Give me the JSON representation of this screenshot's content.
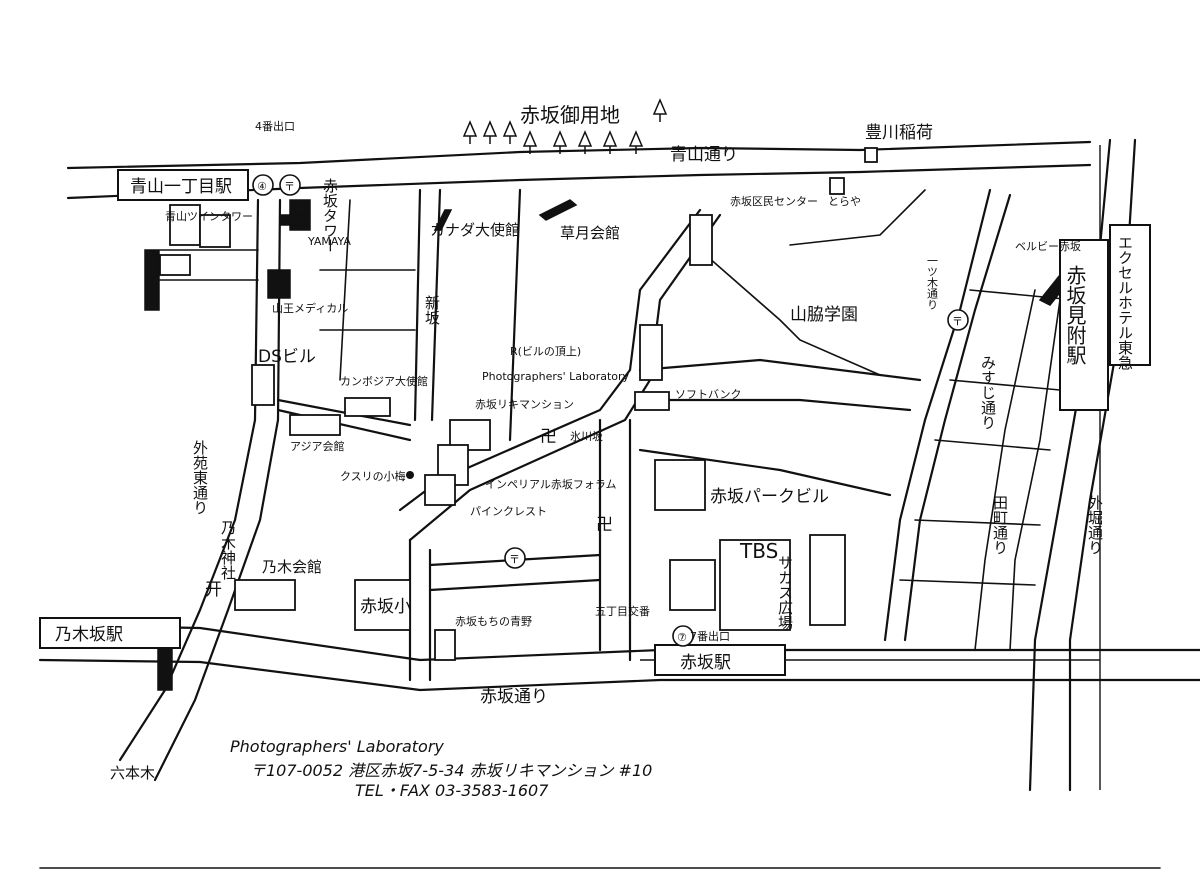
{
  "map": {
    "gardens": "赤坂御用地",
    "toyokawa": "豊川稲荷",
    "aoyama_dori": "青山通り",
    "aoyama_itchome": "青山一丁目駅",
    "exit4": "4番出口",
    "exit4_num": "④",
    "aoyama_twin": "青山ツインタワー",
    "akasaka_tower": "赤坂タワー",
    "yamaya": "YAMAYA",
    "sanno_medical": "山王メディカル",
    "ds_building": "DSビル",
    "cambodia_embassy": "カンボジア大使館",
    "asia_kaikan": "アジア会館",
    "kusuri_no_koume": "クスリの小梅",
    "canada_embassy": "カナダ大使館",
    "sokai_kan": "草月会館",
    "shinsaka": "新坂",
    "akasaka_center": "赤坂区民センター",
    "toraya": "とらや",
    "sanno_gakuen": "山脇学園",
    "building_r": "R(ビルの頂上)",
    "photographers_lab_map": "Photographers' Laboratory",
    "akasaka_riki": "赤坂リキマンション",
    "imperial_forum": "インペリアル赤坂フォラム",
    "pine_crest": "パインクレスト",
    "softbank": "ソフトバンク",
    "hikawa": "氷川坂",
    "akasaka_park_bldg": "赤坂パークビル",
    "tbs": "TBS",
    "sacas": "サカス広場",
    "exit7": "7番出口",
    "exit7_num": "⑦",
    "gochome_koban": "五丁目交番",
    "akasaka_mochi": "赤坂もちの青野",
    "akasaka_sho": "赤坂小",
    "nogi_jinja": "乃木神社",
    "nogi_kaikan": "乃木会館",
    "nogizaka_station": "乃木坂駅",
    "roppongi": "六本木",
    "akasaka_dori": "赤坂通り",
    "akasaka_station": "赤坂駅",
    "gaien_higashi": "外苑東通り",
    "hitotsugi": "一ツ木通り",
    "misuji": "みすじ通り",
    "tamachi": "田町通り",
    "sotobori": "外堀通り",
    "bellevie": "ベルビー赤坂",
    "excel_hotel": "エクセルホテル東急",
    "mitsuke_station": "赤坂見附駅",
    "post_office": "〒",
    "shrine": "开",
    "temple": "卍",
    "r_mark": "R"
  },
  "address": {
    "name": "Photographers' Laboratory",
    "line1": "〒107-0052  港区赤坂7-5-34  赤坂リキマンション #10",
    "line2": "TEL・FAX  03-3583-1607"
  }
}
